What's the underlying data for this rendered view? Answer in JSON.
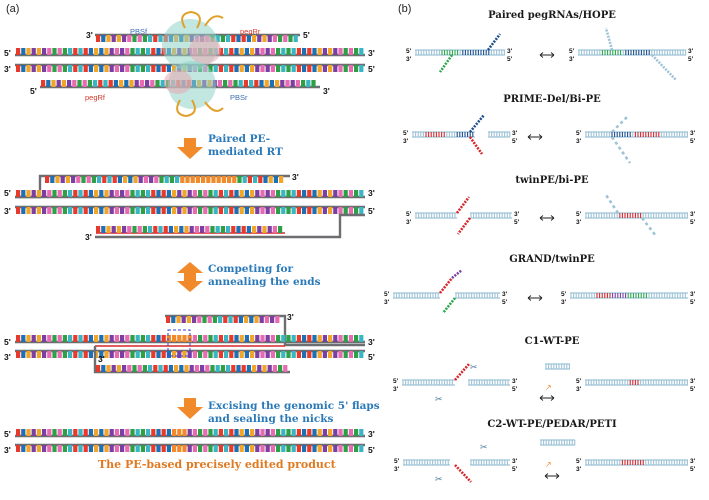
{
  "panels": {
    "a_label": "(a)",
    "b_label": "(b)"
  },
  "panel_a": {
    "strand_labels": {
      "pbsf": "PBSf",
      "pegrr": "pegRr",
      "pegrf": "pegRf",
      "pbsr": "PBSr"
    },
    "end_labels": {
      "five_prime": "5'",
      "three_prime": "3'"
    },
    "steps": [
      {
        "line1": "Paired PE-",
        "line2": "mediated RT"
      },
      {
        "line1": "Competing for",
        "line2": "annealing the ends"
      },
      {
        "line1": "Excising the genomic 5' flaps",
        "line2": "and sealing the nicks"
      }
    ],
    "final_product": "The PE-based precisely edited product"
  },
  "panel_b": {
    "methods": [
      "Paired pegRNAs/HOPE",
      "PRIME-Del/Bi-PE",
      "twinPE/bi-PE",
      "GRAND/twinPE",
      "C1-WT-PE",
      "C2-WT-PE/PEDAR/PETI"
    ]
  },
  "colors": {
    "step_text": "#2a79b8",
    "final_text": "#e07a22",
    "arrow": "#f08a2a",
    "backbone": "#6d6e71",
    "dna_blue": "#9ec3d6",
    "edit_red": "#d7262b",
    "edit_green": "#2aa84a",
    "edit_navy": "#1f4e8c",
    "edit_purple": "#7a3fa0",
    "bases": [
      "#e63a2c",
      "#2e9e47",
      "#7b3fa3",
      "#1f6fb3",
      "#3cb5c2",
      "#e66bb0",
      "#f0a52b"
    ]
  }
}
